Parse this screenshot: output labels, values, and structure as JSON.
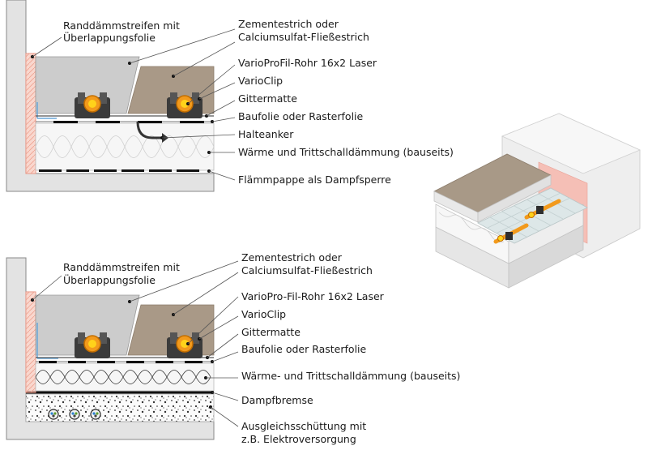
{
  "diagram_top": {
    "labels": {
      "edge_strip": [
        "Randdämmstreifen mit",
        "Überlappungsfolie"
      ],
      "screed": [
        "Zementestrich oder",
        "Calciumsulfat-Fließestrich"
      ],
      "pipe": "VarioProFil-Rohr 16x2 Laser",
      "clip": "VarioClip",
      "mesh": "Gittermatte",
      "foil": "Baufolie oder Rasterfolie",
      "anchor": "Halteanker",
      "insulation": "Wärme und Trittschalldämmung (bauseits)",
      "vapor": "Flämmpappe als Dampfsperre"
    }
  },
  "diagram_bottom": {
    "labels": {
      "edge_strip": [
        "Randdämmstreifen mit",
        "Überlappungsfolie"
      ],
      "screed": [
        "Zementestrich oder",
        "Calciumsulfat-Fließestrich"
      ],
      "pipe": "VarioPro-Fil-Rohr 16x2 Laser",
      "clip": "VarioClip",
      "mesh": "Gittermatte",
      "foil": "Baufolie oder Rasterfolie",
      "insulation": "Wärme- und Trittschalldämmung (bauseits)",
      "vapor": "Dampfbremse",
      "fill": [
        "Ausgleichsschüttung mit",
        "z.B. Elektroversorgung"
      ]
    }
  },
  "colors": {
    "wall": "#e3e3e3",
    "edge_strip": "#f4b7a6",
    "screed_grey": "#c9c9c9",
    "screed_brown": "#a89987",
    "clip_dark": "#3b3b3b",
    "pipe_orange": "#f29a1c",
    "pipe_core": "#ffd21a",
    "insulation": "#f4f4f4"
  }
}
